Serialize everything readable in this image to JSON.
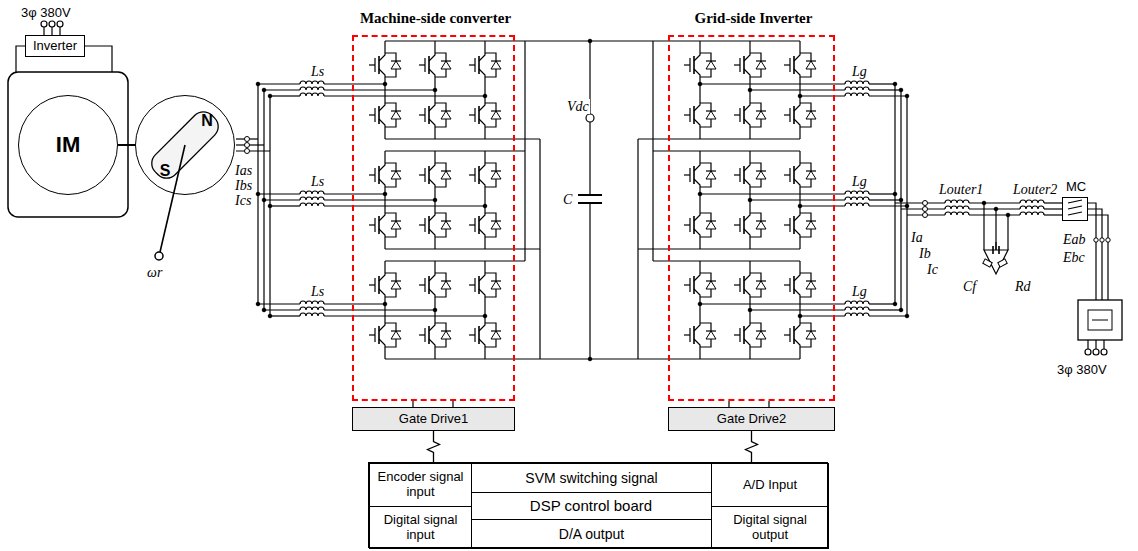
{
  "diagram": {
    "nodes": [
      {
        "text": [
          "Inverter"
        ]
      },
      {
        "text": [
          "IM"
        ]
      },
      {
        "text": [
          "N",
          "S"
        ]
      },
      {
        "text": [
          "Machine-side converter"
        ]
      },
      {
        "text": [
          "Grid-side Inverter"
        ]
      },
      {
        "text": [
          "Gate Drive1"
        ]
      },
      {
        "text": [
          "Gate Drive2"
        ]
      },
      {
        "text": [
          "DSP control board"
        ]
      },
      {
        "text": [
          "Encoder signal input"
        ],
        "in": 7
      },
      {
        "text": [
          "Digital signal input"
        ],
        "in": 7
      },
      {
        "text": [
          "SVM switching signal"
        ],
        "in": 7
      },
      {
        "text": [
          "D/A output"
        ],
        "in": 7
      },
      {
        "text": [
          "A/D Input"
        ],
        "in": 7
      },
      {
        "text": [
          "Digital signal output"
        ],
        "in": 7
      },
      {
        "text": [
          "MC"
        ]
      }
    ],
    "edges": [
      {
        "from": 1,
        "to": 2,
        "arrow": "none"
      },
      {
        "from": 7,
        "to": 5,
        "arrow": "none"
      },
      {
        "from": 7,
        "to": 6,
        "arrow": "none"
      }
    ],
    "labels": [
      "3φ 380V",
      "ωr",
      "Ias",
      "Ibs",
      "Ics",
      "Ls",
      "Ls",
      "Ls",
      "Vdc",
      "C",
      "Lg",
      "Lg",
      "Lg",
      "Ia",
      "Ib",
      "Ic",
      "Louter1",
      "Louter2",
      "Cf",
      "Rd",
      "Eab",
      "Ebc",
      "3φ 380V"
    ]
  }
}
